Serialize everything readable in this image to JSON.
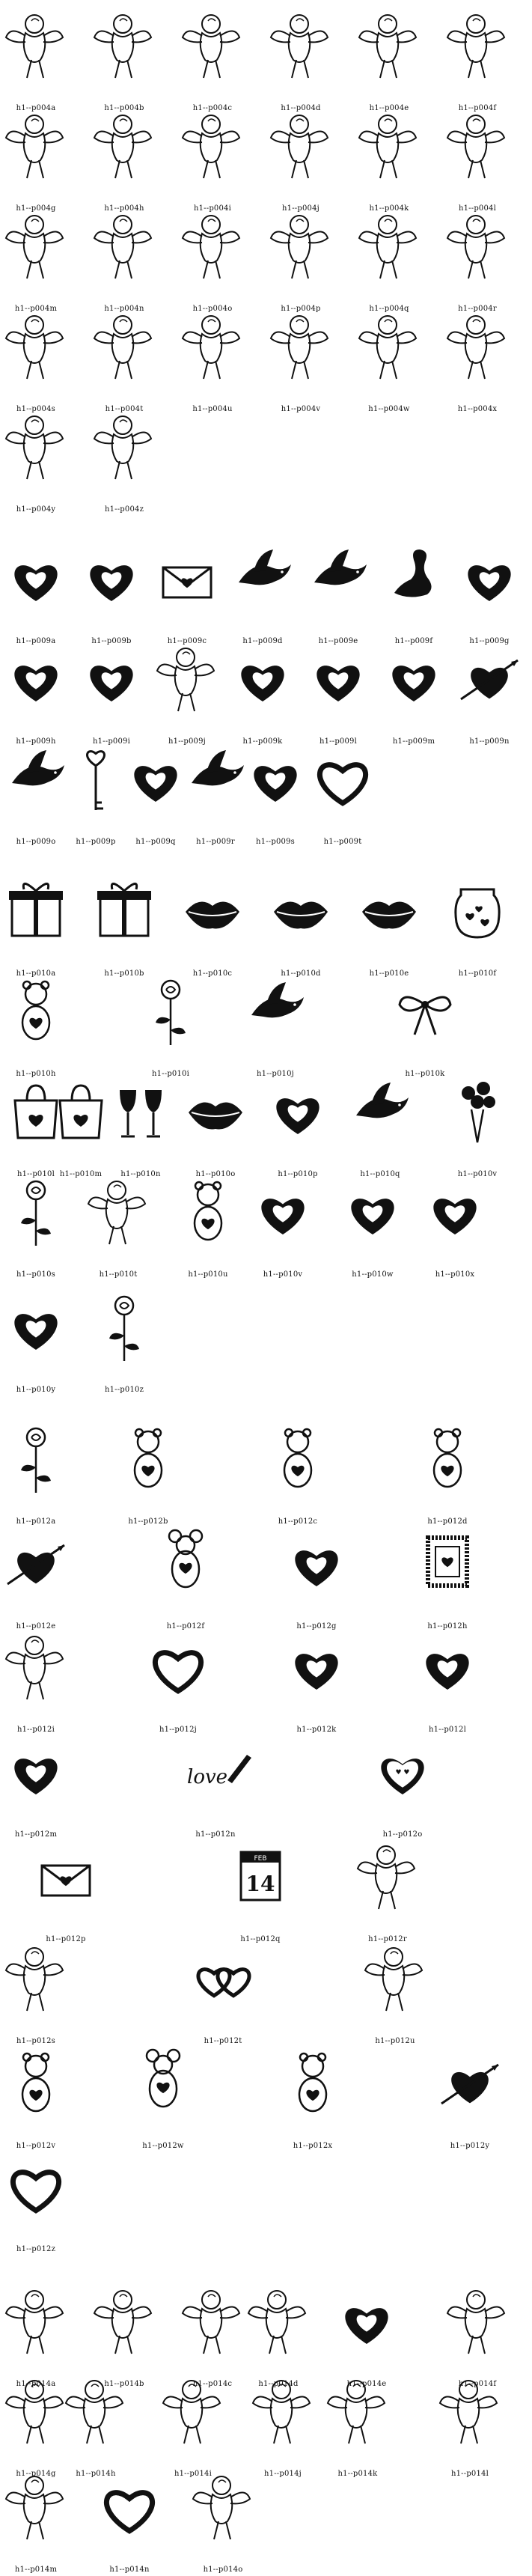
{
  "colors": {
    "ink": "#111111",
    "paper": "#ffffff",
    "soft": "#777777"
  },
  "groups": [
    {
      "id": "p004",
      "items": [
        {
          "label": "h1--p004a",
          "icon": "cupid-icon"
        },
        {
          "label": "h1--p004b",
          "icon": "cupid-icon"
        },
        {
          "label": "h1--p004c",
          "icon": "cupid-icon"
        },
        {
          "label": "h1--p004d",
          "icon": "cupid-icon"
        },
        {
          "label": "h1--p004e",
          "icon": "cupid-icon"
        },
        {
          "label": "h1--p004f",
          "icon": "cupid-icon"
        },
        {
          "label": "h1--p004g",
          "icon": "cupid-icon"
        },
        {
          "label": "h1--p004h",
          "icon": "cupid-icon"
        },
        {
          "label": "h1--p004i",
          "icon": "cupid-icon"
        },
        {
          "label": "h1--p004j",
          "icon": "cupid-icon"
        },
        {
          "label": "h1--p004k",
          "icon": "cupid-icon"
        },
        {
          "label": "h1--p004l",
          "icon": "cupid-icon"
        },
        {
          "label": "h1--p004m",
          "icon": "cupid-icon"
        },
        {
          "label": "h1--p004n",
          "icon": "cupid-icon"
        },
        {
          "label": "h1--p004o",
          "icon": "cupid-icon"
        },
        {
          "label": "h1--p004p",
          "icon": "cupid-icon"
        },
        {
          "label": "h1--p004q",
          "icon": "cupid-icon"
        },
        {
          "label": "h1--p004r",
          "icon": "cupid-icon"
        },
        {
          "label": "h1--p004s",
          "icon": "cupid-icon"
        },
        {
          "label": "h1--p004t",
          "icon": "cupid-icon"
        },
        {
          "label": "h1--p004u",
          "icon": "cupid-icon"
        },
        {
          "label": "h1--p004v",
          "icon": "cupid-icon"
        },
        {
          "label": "h1--p004w",
          "icon": "cupid-icon"
        },
        {
          "label": "h1--p004x",
          "icon": "cupid-icon"
        },
        {
          "label": "h1--p004y",
          "icon": "cupid-icon"
        },
        {
          "label": "h1--p004z",
          "icon": "cupid-icon"
        }
      ]
    },
    {
      "id": "p009",
      "items": [
        {
          "label": "h1--p009a",
          "icon": "heart-icon"
        },
        {
          "label": "h1--p009b",
          "icon": "heart-icon"
        },
        {
          "label": "h1--p009c",
          "icon": "love-letter-icon"
        },
        {
          "label": "h1--p009d",
          "icon": "dove-icon"
        },
        {
          "label": "h1--p009e",
          "icon": "dove-icon"
        },
        {
          "label": "h1--p009f",
          "icon": "swan-icon"
        },
        {
          "label": "h1--p009g",
          "icon": "heart-icon"
        },
        {
          "label": "h1--p009h",
          "icon": "heart-icon"
        },
        {
          "label": "h1--p009i",
          "icon": "heart-icon"
        },
        {
          "label": "h1--p009j",
          "icon": "cupid-icon"
        },
        {
          "label": "h1--p009k",
          "icon": "heart-icon"
        },
        {
          "label": "h1--p009l",
          "icon": "heart-icon"
        },
        {
          "label": "h1--p009m",
          "icon": "heart-icon"
        },
        {
          "label": "h1--p009n",
          "icon": "heart-arrow-icon"
        },
        {
          "label": "h1--p009o",
          "icon": "dove-icon"
        },
        {
          "label": "h1--p009p",
          "icon": "heart-key-icon"
        },
        {
          "label": "h1--p009q",
          "icon": "heart-icon"
        },
        {
          "label": "h1--p009r",
          "icon": "dove-icon"
        },
        {
          "label": "h1--p009s",
          "icon": "heart-icon"
        },
        {
          "label": "h1--p009t",
          "icon": "heart-outline-icon"
        }
      ]
    },
    {
      "id": "p010",
      "items": [
        {
          "label": "h1--p010a",
          "icon": "gift-box-icon"
        },
        {
          "label": "h1--p010b",
          "icon": "gift-box-icon"
        },
        {
          "label": "h1--p010c",
          "icon": "lips-icon"
        },
        {
          "label": "h1--p010d",
          "icon": "lips-icon"
        },
        {
          "label": "h1--p010e",
          "icon": "lips-icon"
        },
        {
          "label": "h1--p010f",
          "icon": "candy-jar-icon"
        },
        {
          "label": "h1--p010h",
          "icon": "teddy-bear-icon"
        },
        {
          "label": "h1--p010i",
          "icon": "rose-icon"
        },
        {
          "label": "h1--p010j",
          "icon": "dove-icon"
        },
        {
          "label": "h1--p010k",
          "icon": "ribbon-icon"
        },
        {
          "label": "h1--p010l",
          "icon": "gift-bag-icon"
        },
        {
          "label": "h1--p010m",
          "icon": "gift-bag-icon"
        },
        {
          "label": "h1--p010n",
          "icon": "wine-glasses-icon"
        },
        {
          "label": "h1--p010o",
          "icon": "lips-icon"
        },
        {
          "label": "h1--p010p",
          "icon": "heart-icon"
        },
        {
          "label": "h1--p010q",
          "icon": "dove-icon"
        },
        {
          "label": "h1--p010v",
          "icon": "bouquet-icon"
        },
        {
          "label": "h1--p010s",
          "icon": "rose-icon"
        },
        {
          "label": "h1--p010t",
          "icon": "cupid-icon"
        },
        {
          "label": "h1--p010u",
          "icon": "teddy-bear-icon"
        },
        {
          "label": "h1--p010v",
          "icon": "heart-icon"
        },
        {
          "label": "h1--p010w",
          "icon": "heart-icon"
        },
        {
          "label": "h1--p010x",
          "icon": "heart-icon"
        },
        {
          "label": "h1--p010y",
          "icon": "heart-icon"
        },
        {
          "label": "h1--p010z",
          "icon": "rose-icon"
        }
      ]
    },
    {
      "id": "p012",
      "items": [
        {
          "label": "h1--p012a",
          "icon": "rose-icon"
        },
        {
          "label": "h1--p012b",
          "icon": "teddy-bear-icon"
        },
        {
          "label": "h1--p012c",
          "icon": "teddy-bear-icon"
        },
        {
          "label": "h1--p012d",
          "icon": "teddy-bear-icon"
        },
        {
          "label": "h1--p012e",
          "icon": "heart-arrow-icon"
        },
        {
          "label": "h1--p012f",
          "icon": "mouse-icon"
        },
        {
          "label": "h1--p012g",
          "icon": "heart-icon"
        },
        {
          "label": "h1--p012h",
          "icon": "picture-frame-icon"
        },
        {
          "label": "h1--p012i",
          "icon": "cupid-icon"
        },
        {
          "label": "h1--p012j",
          "icon": "heart-outline-icon"
        },
        {
          "label": "h1--p012k",
          "icon": "heart-icon"
        },
        {
          "label": "h1--p012l",
          "icon": "heart-icon"
        },
        {
          "label": "h1--p012m",
          "icon": "heart-icon"
        },
        {
          "label": "h1--p012n",
          "icon": "love-pen-icon"
        },
        {
          "label": "h1--p012o",
          "icon": "candy-heart-icon"
        },
        {
          "label": "h1--p012p",
          "icon": "love-letter-icon"
        },
        {
          "label": "h1--p012q",
          "icon": "calendar-icon"
        },
        {
          "label": "h1--p012r",
          "icon": "cupid-icon"
        },
        {
          "label": "h1--p012s",
          "icon": "cupid-icon"
        },
        {
          "label": "h1--p012t",
          "icon": "double-heart-icon"
        },
        {
          "label": "h1--p012u",
          "icon": "cupid-icon"
        },
        {
          "label": "h1--p012v",
          "icon": "teddy-bear-icon"
        },
        {
          "label": "h1--p012w",
          "icon": "mouse-icon"
        },
        {
          "label": "h1--p012x",
          "icon": "teddy-bear-icon"
        },
        {
          "label": "h1--p012y",
          "icon": "heart-arrow-icon"
        },
        {
          "label": "h1--p012z",
          "icon": "heart-outline-icon"
        }
      ]
    },
    {
      "id": "p014",
      "items": [
        {
          "label": "h1--p014a",
          "icon": "cupid-icon"
        },
        {
          "label": "h1--p014b",
          "icon": "cupid-icon"
        },
        {
          "label": "h1--p014c",
          "icon": "cupid-icon"
        },
        {
          "label": "h1--p014d",
          "icon": "cupid-icon"
        },
        {
          "label": "h1--p014e",
          "icon": "heart-icon"
        },
        {
          "label": "h1--p014f",
          "icon": "cupid-icon"
        },
        {
          "label": "h1--p014g",
          "icon": "cupid-icon"
        },
        {
          "label": "h1--p014h",
          "icon": "cupid-icon"
        },
        {
          "label": "h1--p014i",
          "icon": "cupid-icon"
        },
        {
          "label": "h1--p014j",
          "icon": "cupid-icon"
        },
        {
          "label": "h1--p014k",
          "icon": "cupid-icon"
        },
        {
          "label": "h1--p014l",
          "icon": "cupid-icon"
        },
        {
          "label": "h1--p014m",
          "icon": "cupid-icon"
        },
        {
          "label": "h1--p014n",
          "icon": "heart-outline-icon"
        },
        {
          "label": "h1--p014o",
          "icon": "cupid-icon"
        }
      ]
    }
  ]
}
